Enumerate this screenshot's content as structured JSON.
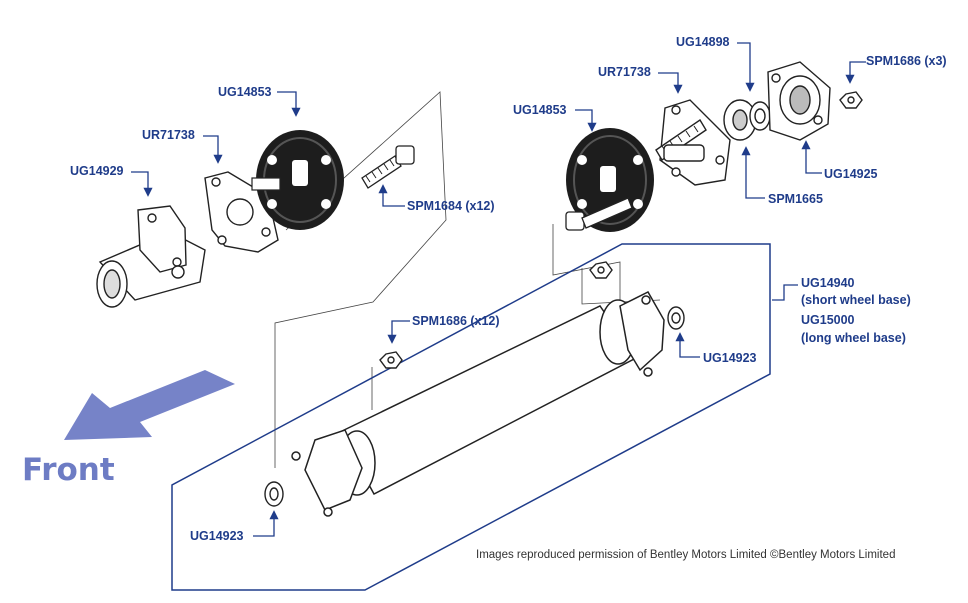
{
  "labels": {
    "ug14853_left": "UG14853",
    "ur71738_left": "UR71738",
    "ug14929": "UG14929",
    "spm1684": "SPM1684 (x12)",
    "ug14898": "UG14898",
    "ur71738_right": "UR71738",
    "ug14853_right": "UG14853",
    "spm1686_x3": "SPM1686 (x3)",
    "ug14925": "UG14925",
    "spm1665": "SPM1665",
    "ug14940": "UG14940",
    "short_wheel_base": "(short wheel base)",
    "ug15000": "UG15000",
    "long_wheel_base": "(long wheel base)",
    "spm1686_x12": "SPM1686 (x12)",
    "ug14923_right": "UG14923",
    "ug14923_left": "UG14923"
  },
  "front_label": "Front",
  "credit": "Images reproduced permission of Bentley Motors Limited ©Bentley Motors Limited",
  "colors": {
    "label": "#1f3c8a",
    "leader": "#1f3c8a",
    "arrow": "#6d7cc4",
    "drawing": "#222222"
  }
}
